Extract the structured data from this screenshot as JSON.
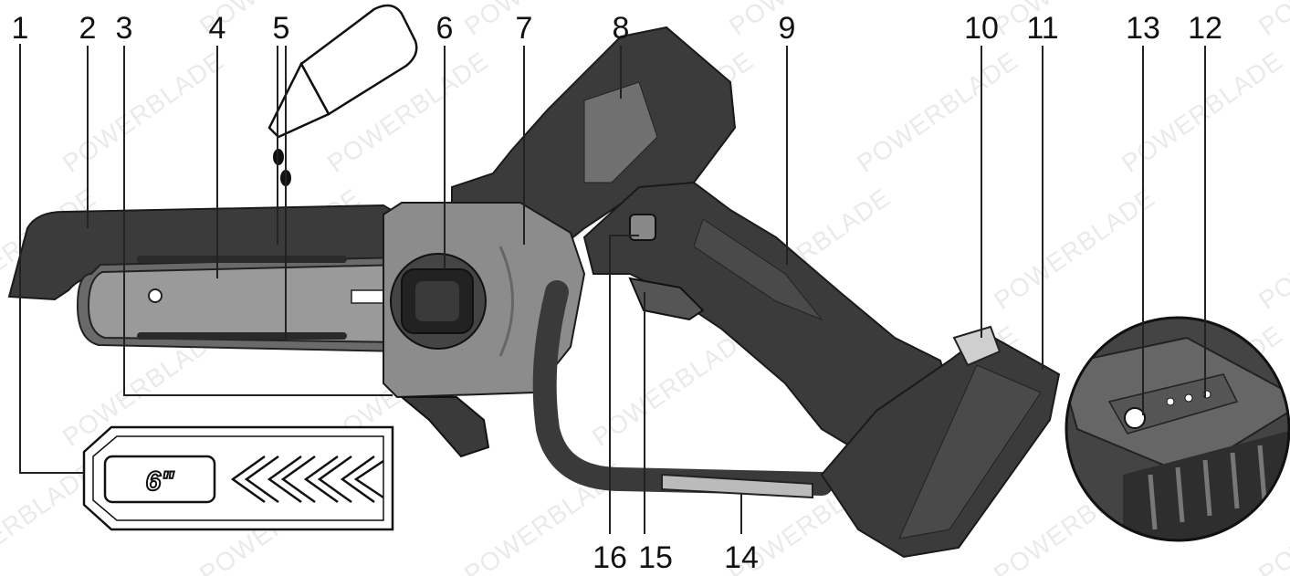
{
  "watermark": "POWERBLADE",
  "callouts": [
    {
      "id": "1",
      "text": "1"
    },
    {
      "id": "2",
      "text": "2"
    },
    {
      "id": "3",
      "text": "3"
    },
    {
      "id": "4",
      "text": "4"
    },
    {
      "id": "5",
      "text": "5"
    },
    {
      "id": "6",
      "text": "6"
    },
    {
      "id": "7",
      "text": "7"
    },
    {
      "id": "8",
      "text": "8"
    },
    {
      "id": "9",
      "text": "9"
    },
    {
      "id": "10",
      "text": "10"
    },
    {
      "id": "11",
      "text": "11"
    },
    {
      "id": "12",
      "text": "12"
    },
    {
      "id": "13",
      "text": "13"
    },
    {
      "id": "14",
      "text": "14"
    },
    {
      "id": "15",
      "text": "15"
    },
    {
      "id": "16",
      "text": "16"
    }
  ],
  "bar_size_label": "6\""
}
